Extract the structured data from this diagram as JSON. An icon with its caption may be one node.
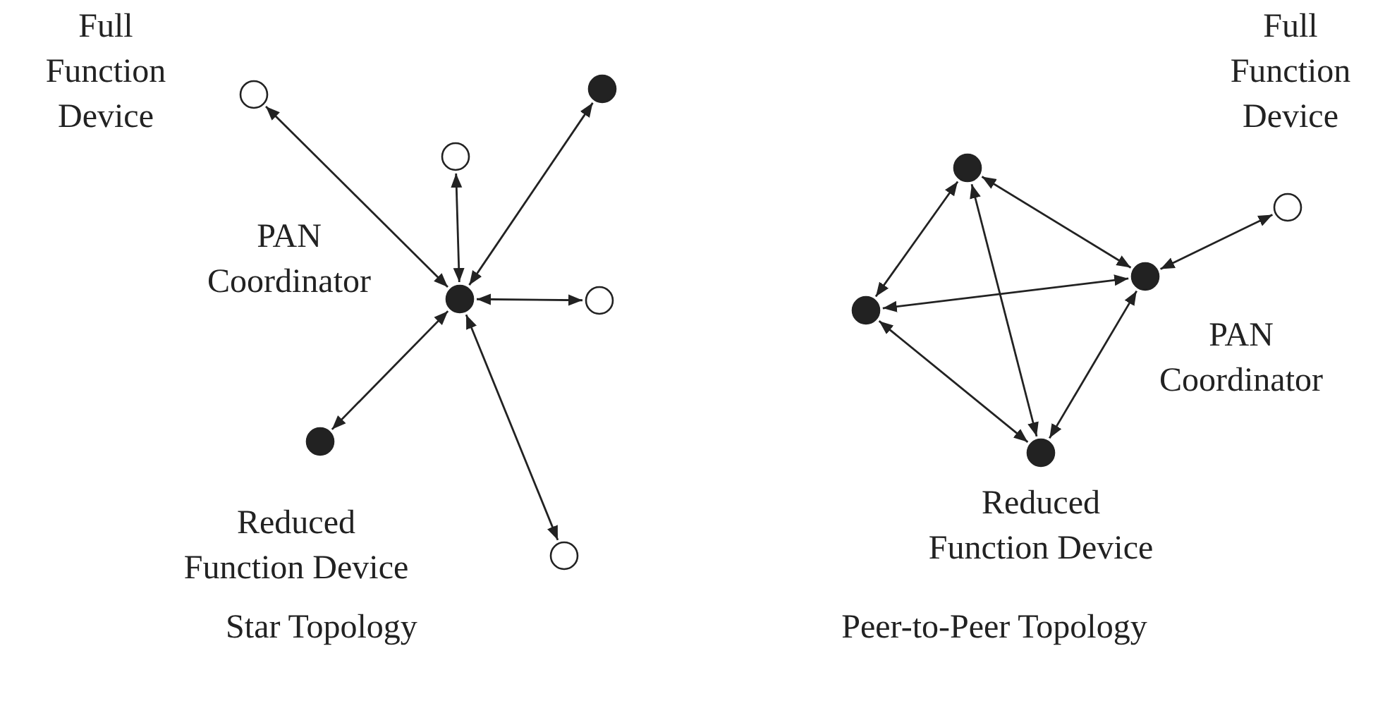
{
  "diagram": {
    "nodes": [
      {
        "text": [],
        "shape": "dot",
        "beside": [
          "PAN Coordinator"
        ]
      },
      {
        "text": [],
        "shape": "circle",
        "beside": [
          "Full Function Device"
        ]
      },
      {
        "text": [],
        "shape": "dot"
      },
      {
        "text": [],
        "shape": "circle"
      },
      {
        "text": [],
        "shape": "circle"
      },
      {
        "text": [],
        "shape": "dot",
        "beside": [
          "Reduced Function Device"
        ]
      },
      {
        "text": [],
        "shape": "circle"
      },
      {
        "text": [],
        "shape": "dot"
      },
      {
        "text": [],
        "shape": "circle",
        "beside": [
          "Full Function Device"
        ]
      },
      {
        "text": [],
        "shape": "dot",
        "beside": [
          "PAN Coordinator"
        ]
      },
      {
        "text": [],
        "shape": "dot"
      },
      {
        "text": [],
        "shape": "dot",
        "beside": [
          "Reduced Function Device"
        ]
      }
    ],
    "edges": [
      {
        "from": 0,
        "to": 1,
        "arrow": "both"
      },
      {
        "from": 0,
        "to": 2,
        "arrow": "both"
      },
      {
        "from": 0,
        "to": 3,
        "arrow": "both"
      },
      {
        "from": 0,
        "to": 4,
        "arrow": "both"
      },
      {
        "from": 0,
        "to": 5,
        "arrow": "both"
      },
      {
        "from": 0,
        "to": 6,
        "arrow": "both"
      },
      {
        "from": 9,
        "to": 8,
        "arrow": "both"
      },
      {
        "from": 7,
        "to": 9,
        "arrow": "both"
      },
      {
        "from": 7,
        "to": 10,
        "arrow": "both"
      },
      {
        "from": 7,
        "to": 11,
        "arrow": "both"
      },
      {
        "from": 10,
        "to": 9,
        "arrow": "both"
      },
      {
        "from": 10,
        "to": 11,
        "arrow": "both"
      },
      {
        "from": 11,
        "to": 9,
        "arrow": "both"
      }
    ],
    "labels": [
      "Star Topology",
      "Peer-to-Peer Topology"
    ]
  }
}
